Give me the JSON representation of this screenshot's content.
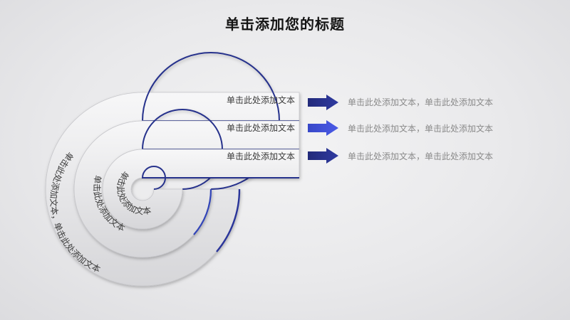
{
  "title": "单击添加您的标题",
  "bands": [
    {
      "label": "单击此处添加文本",
      "arc_text": "单击此处添加文本，单击此处添加文本"
    },
    {
      "label": "单击此处添加文本",
      "arc_text": "单击此处添加文本"
    },
    {
      "label": "单击此处添加文本",
      "arc_text": "单击此处添加文本"
    }
  ],
  "descriptions": [
    "单击此处添加文本，单击此处添加文本",
    "单击此处添加文本，单击此处添加文本",
    "单击此处添加文本，单击此处添加文本"
  ],
  "colors": {
    "accent_dark": "#27318c",
    "accent_light": "#3d4fd6",
    "band_face": "#e4e4e6"
  }
}
